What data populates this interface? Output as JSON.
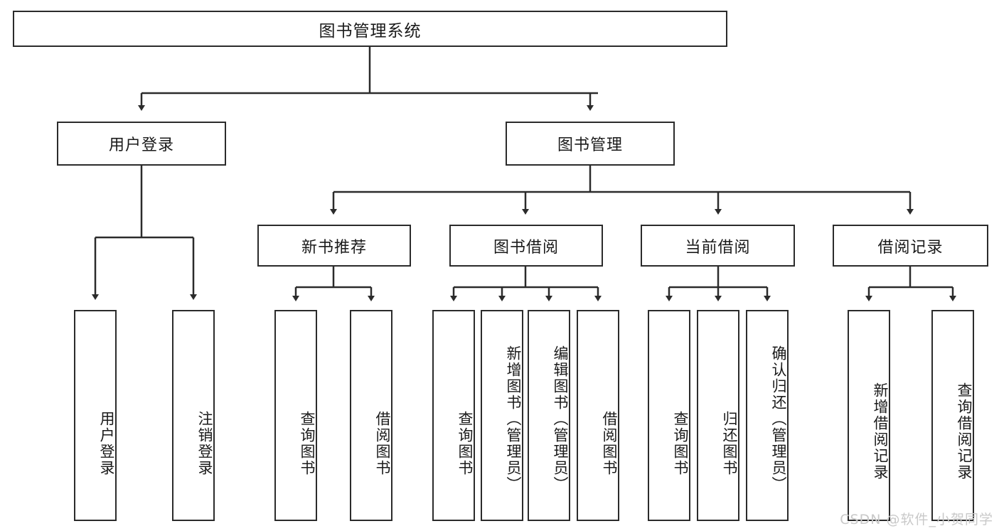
{
  "diagram": {
    "title": "图书管理系统",
    "type": "tree-hierarchy",
    "watermark": "CSDN @软件_小贺同学",
    "colors": {
      "stroke": "#2b2b2b",
      "fill": "#ffffff",
      "text": "#1a1a1a",
      "watermark": "#c9c9c9"
    },
    "root": {
      "label": "图书管理系统"
    },
    "level2": [
      {
        "label": "用户登录"
      },
      {
        "label": "图书管理"
      }
    ],
    "level3": [
      {
        "label": "新书推荐"
      },
      {
        "label": "图书借阅"
      },
      {
        "label": "当前借阅"
      },
      {
        "label": "借阅记录"
      }
    ],
    "leaves": {
      "user_login": [
        {
          "label": "用户登录"
        },
        {
          "label": "注销登录"
        }
      ],
      "new_book_recommend": [
        {
          "label": "查询图书"
        },
        {
          "label": "借阅图书"
        }
      ],
      "book_borrow": [
        {
          "label": "查询图书"
        },
        {
          "label": "新增图书（管理员）"
        },
        {
          "label": "编辑图书（管理员）"
        },
        {
          "label": "借阅图书"
        }
      ],
      "current_borrow": [
        {
          "label": "查询图书"
        },
        {
          "label": "归还图书"
        },
        {
          "label": "确认归还（管理员）"
        }
      ],
      "borrow_record": [
        {
          "label": "新增借阅记录"
        },
        {
          "label": "查询借阅记录"
        }
      ]
    }
  }
}
